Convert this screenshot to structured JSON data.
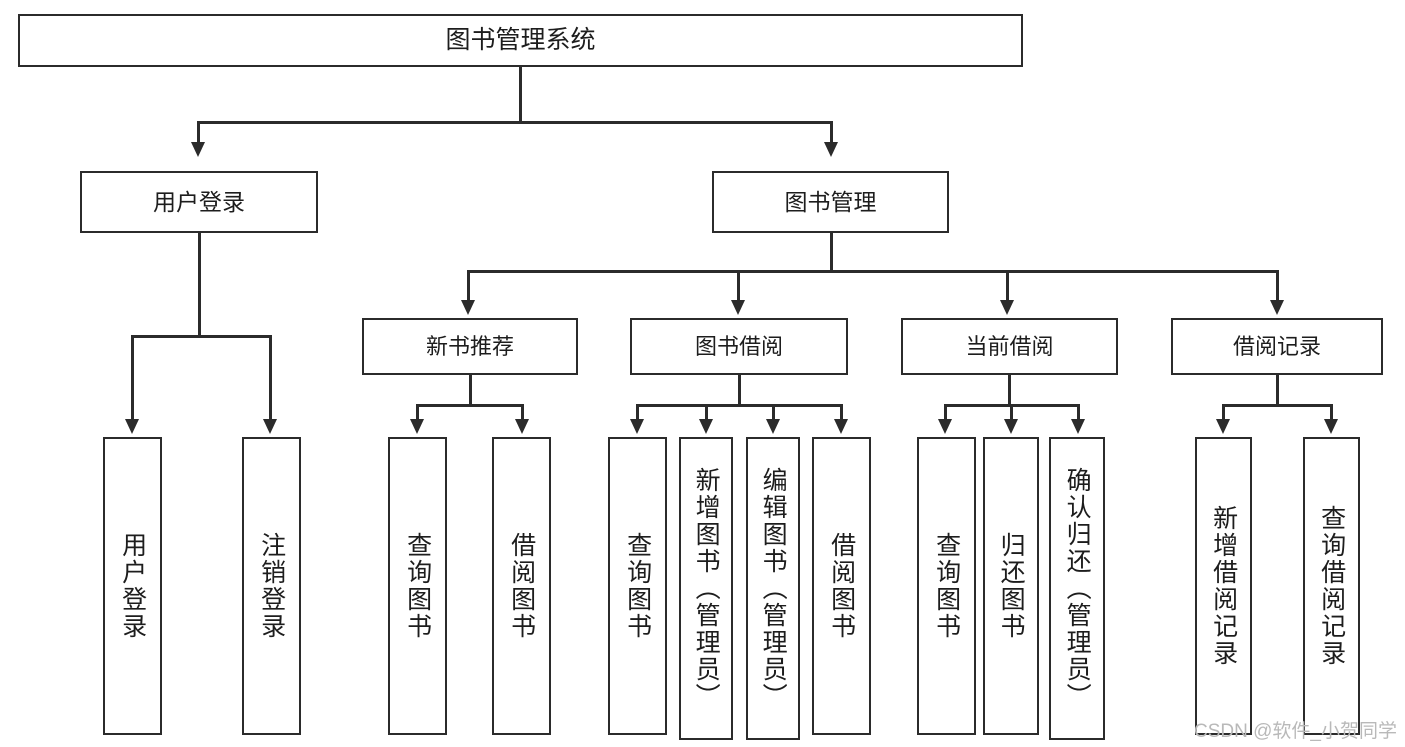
{
  "diagram": {
    "title": "图书管理系统",
    "type": "tree",
    "watermark": "CSDN @软件_小贺同学",
    "colors": {
      "box_border": "#2b2b2b",
      "box_fill": "#ffffff",
      "line": "#2b2b2b",
      "text": "#1d1d1d",
      "watermark": "#b9b9b9",
      "background": "#ffffff"
    },
    "nodes": {
      "root": {
        "label": "图书管理系统"
      },
      "level2": [
        {
          "label": "用户登录"
        },
        {
          "label": "图书管理"
        }
      ],
      "level3": [
        {
          "label": "新书推荐"
        },
        {
          "label": "图书借阅"
        },
        {
          "label": "当前借阅"
        },
        {
          "label": "借阅记录"
        }
      ],
      "leaves": {
        "user_login": [
          {
            "label": "用户登录"
          },
          {
            "label": "注销登录"
          }
        ],
        "new_book_recommend": [
          {
            "label": "查询图书"
          },
          {
            "label": "借阅图书"
          }
        ],
        "book_borrow": [
          {
            "label": "查询图书"
          },
          {
            "label": "新增图书（管理员）"
          },
          {
            "label": "编辑图书（管理员）"
          },
          {
            "label": "借阅图书"
          }
        ],
        "current_borrow": [
          {
            "label": "查询图书"
          },
          {
            "label": "归还图书"
          },
          {
            "label": "确认归还（管理员）"
          }
        ],
        "borrow_record": [
          {
            "label": "新增借阅记录"
          },
          {
            "label": "查询借阅记录"
          }
        ]
      }
    }
  }
}
